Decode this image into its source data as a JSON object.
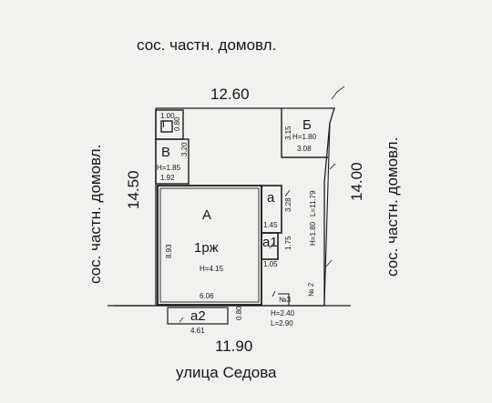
{
  "plot": {
    "top_neighbor": "сос. частн. домовл.",
    "left_neighbor": "сос. частн. домовл.",
    "right_neighbor": "сос. частн. домовл.",
    "street": "улица Седова",
    "dim_top": "12.60",
    "dim_bottom": "11.90",
    "dim_left": "14.50",
    "dim_right": "14.00"
  },
  "rooms": {
    "g": {
      "label": "Г",
      "w": "1.00",
      "h": "0.80"
    },
    "v": {
      "label": "В",
      "height": "Н=1.85",
      "w": "1.92",
      "h": "3.20"
    },
    "b": {
      "label": "Б",
      "h": "3.15",
      "height": "Н=1.80",
      "w": "3.08"
    },
    "a": {
      "label": "А",
      "floors": "1рж",
      "height": "Н=4.15",
      "h": "8.93",
      "w": "6.06"
    },
    "a_small": {
      "label": "а",
      "h": "3.28",
      "w": "1.45"
    },
    "a1": {
      "label": "а1",
      "h": "1.75",
      "w": "1.05"
    },
    "a2": {
      "label": "а2",
      "w": "4.61",
      "h": "0.80"
    },
    "n3": {
      "label": "№3",
      "height": "Н=2.40",
      "length": "L=2.90"
    },
    "n2": {
      "label": "№ 2",
      "height": "Н=1.80",
      "length": "L=11.79"
    }
  }
}
